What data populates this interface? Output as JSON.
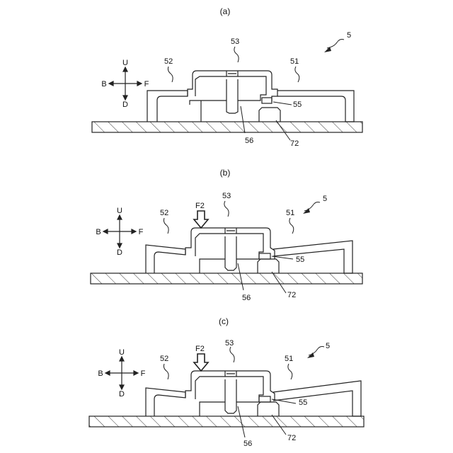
{
  "panels": [
    {
      "caption": "(a)",
      "assembly_label": "5",
      "direction_labels": {
        "up": "U",
        "down": "D",
        "back": "B",
        "front": "F"
      },
      "part_labels": {
        "p51": "51",
        "p52": "52",
        "p53": "53",
        "p55": "55",
        "p56": "56",
        "p72": "72"
      },
      "force_label": ""
    },
    {
      "caption": "(b)",
      "assembly_label": "5",
      "direction_labels": {
        "up": "U",
        "down": "D",
        "back": "B",
        "front": "F"
      },
      "part_labels": {
        "p51": "51",
        "p52": "52",
        "p53": "53",
        "p55": "55",
        "p56": "56",
        "p72": "72"
      },
      "force_label": "F2"
    },
    {
      "caption": "(c)",
      "assembly_label": "5",
      "direction_labels": {
        "up": "U",
        "down": "D",
        "back": "B",
        "front": "F"
      },
      "part_labels": {
        "p51": "51",
        "p52": "52",
        "p53": "53",
        "p55": "55",
        "p56": "56",
        "p72": "72"
      },
      "force_label": "F2"
    }
  ]
}
